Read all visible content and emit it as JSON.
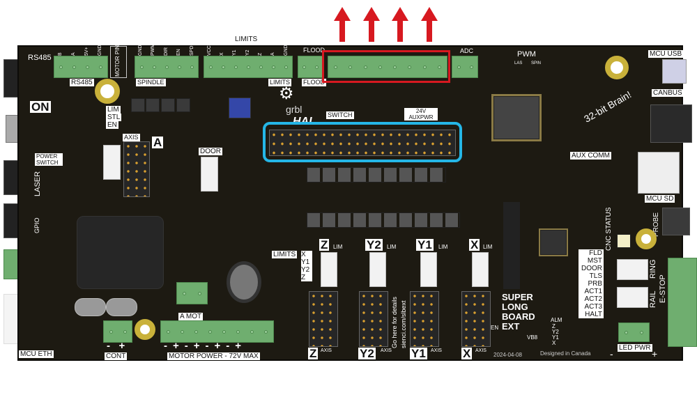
{
  "annotations": {
    "arrow_color": "#d71920",
    "highlight_red": "#d71920",
    "highlight_cyan": "#25b6e6",
    "arrow_count": 4
  },
  "top": {
    "rs485": "RS485",
    "rs485_pins": [
      "B",
      "A",
      "5V+",
      "GND"
    ],
    "motor_pins": "MOTOR PINS",
    "spindle_pins": [
      "GND",
      "PWM",
      "DIR",
      "EN",
      "SPD"
    ],
    "limits": "LIMITS",
    "limit_pins": [
      "VCC",
      "X",
      "Y1",
      "Y2",
      "Z",
      "A",
      "GND"
    ],
    "flood": "FLOOD",
    "adc": "ADC",
    "pwm": "PWM",
    "las": "LAS",
    "spin": "SPIN",
    "mcu_usb": "MCU USB",
    "canbus": "CANBUS"
  },
  "labels": {
    "rs485_bottom": "RS485",
    "on": "ON",
    "lim": "LIM",
    "stl": "STL",
    "en": "EN",
    "spindle": "SPINDLE",
    "limits_bottom": "LIMITS",
    "flood_bottom": "FLOOD",
    "switch": "SWITCH",
    "aux_pwr": "24V AUXPWR",
    "brain": "32-bit Brain!",
    "power_switch": "POWER SWITCH",
    "laser": "LASER",
    "gpio": "GPIO",
    "axis": "AXIS",
    "a_axis": "A",
    "door": "DOOR",
    "grbl": "grbl",
    "hal": "HAL",
    "aux_comm": "AUX COMM",
    "mcu_sd": "MCU SD",
    "probe": "PROBE",
    "cnc_status": "CNC STATUS",
    "status_list": [
      "FLD",
      "MST",
      "DOOR",
      "TLS",
      "PRB",
      "ACT1",
      "ACT2",
      "ACT3",
      "HALT"
    ],
    "ring": "RING",
    "rail": "RAIL",
    "estop": "E-STOP",
    "limits_xyz": "LIMITS",
    "limits_axes": [
      "X",
      "Y1",
      "Y2",
      "Z"
    ],
    "a_mot": "A MOT",
    "cont": "CONT",
    "motor_power": "MOTOR POWER - 72V MAX",
    "mcu_eth": "MCU ETH",
    "super_long": "SUPER LONG BOARD EXT",
    "go_here": "Go here for details",
    "url": "sienci.com/slbext",
    "date": "2024-04-08",
    "designed": "Designed in Canada",
    "led_pwr": "LED PWR",
    "vb8": "VB8",
    "alm": "ALM",
    "en_b": "EN",
    "alm_axes": [
      "Z",
      "Y2",
      "Y1",
      "X"
    ],
    "plus": "+",
    "minus": "-"
  },
  "axes": [
    {
      "name": "Z",
      "lim": "LIM",
      "axis": "AXIS"
    },
    {
      "name": "Y2",
      "lim": "LIM",
      "axis": "AXIS"
    },
    {
      "name": "Y1",
      "lim": "LIM",
      "axis": "AXIS"
    },
    {
      "name": "X",
      "lim": "LIM",
      "axis": "AXIS"
    }
  ]
}
